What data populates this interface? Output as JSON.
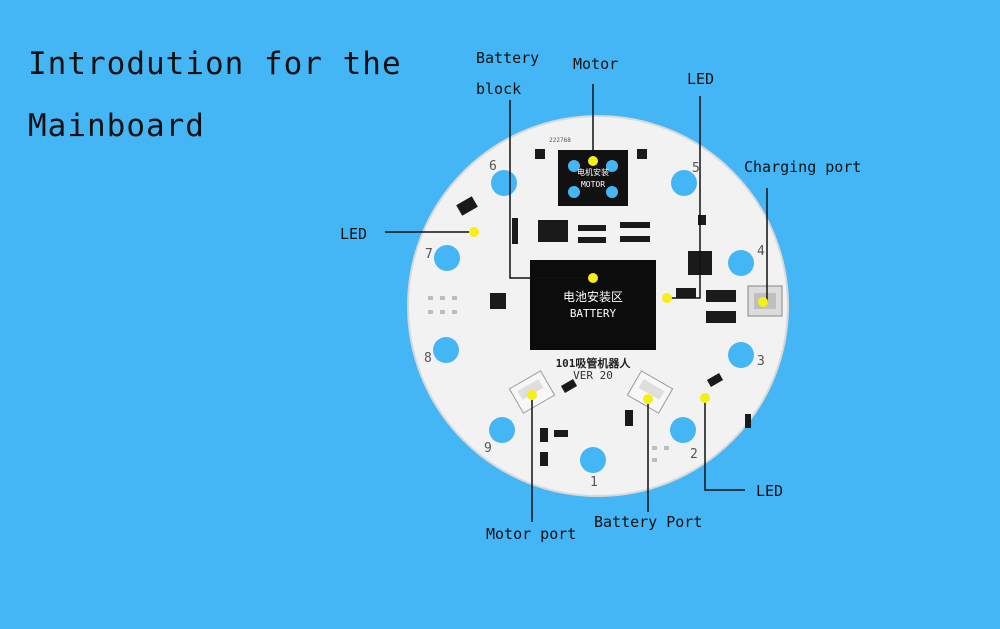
{
  "title": {
    "line1": "Introdution for the",
    "line2": "Mainboard"
  },
  "board": {
    "battery_cn": "电池安装区",
    "battery_en": "BATTERY",
    "motor_cn": "电机安装",
    "motor_en": "MOTOR",
    "name": "101吸管机器人",
    "version": "VER 20",
    "serial": "222768",
    "hole_numbers": [
      "1",
      "2",
      "3",
      "4",
      "5",
      "6",
      "7",
      "8",
      "9"
    ]
  },
  "labels": {
    "battery_block_1": "Battery",
    "battery_block_2": "block",
    "motor": "Motor",
    "led_top": "LED",
    "charging_port": "Charging port",
    "led_left": "LED",
    "led_bottom": "LED",
    "battery_port": "Battery Port",
    "motor_port": "Motor port"
  },
  "colors": {
    "background": "#45b6f5",
    "board": "#f2f2f2",
    "marker": "#f5ef16",
    "line": "#111111"
  }
}
